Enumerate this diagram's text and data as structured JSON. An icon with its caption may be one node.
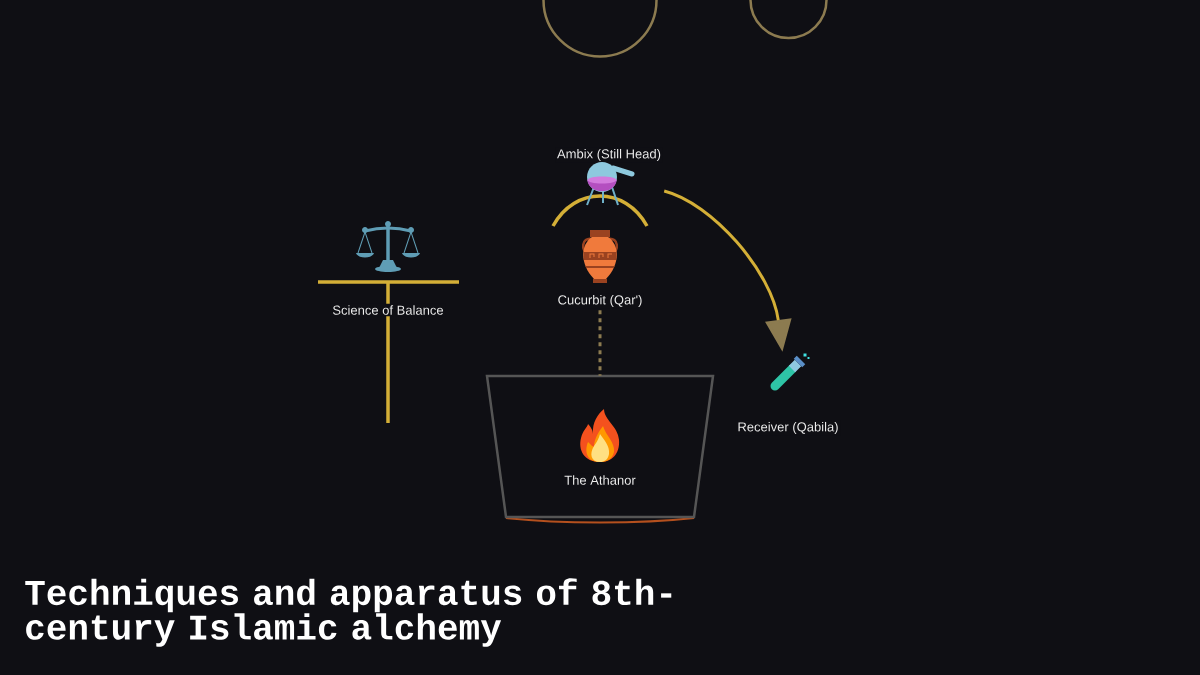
{
  "diagram": {
    "title": "Techniques and apparatus of 8th-century Islamic alchemy",
    "nodes": [
      {
        "text": [
          "Ambix (Still Head)"
        ]
      },
      {
        "text": [
          "Science of Balance"
        ]
      },
      {
        "text": [
          "Cucurbit (Qar')"
        ]
      },
      {
        "text": [
          "The Athanor"
        ]
      },
      {
        "text": [
          "Receiver (Qabila)"
        ]
      }
    ],
    "edges": [
      {
        "from": 0,
        "to": 4,
        "arrow": "to"
      },
      {
        "from": 2,
        "to": 3,
        "arrow": "none",
        "style": "dashed",
        "color": "#8c7b50"
      }
    ]
  }
}
